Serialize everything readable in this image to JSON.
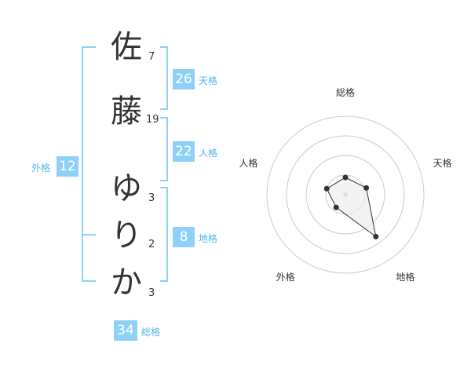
{
  "name": {
    "characters": [
      {
        "char": "佐",
        "strokes": "7"
      },
      {
        "char": "藤",
        "strokes": "19"
      },
      {
        "char": "ゆ",
        "strokes": "3"
      },
      {
        "char": "り",
        "strokes": "2"
      },
      {
        "char": "か",
        "strokes": "3"
      }
    ]
  },
  "fortune": {
    "tenkaku": {
      "value": "26",
      "label": "天格"
    },
    "jinkaku": {
      "value": "22",
      "label": "人格"
    },
    "chikaku": {
      "value": "8",
      "label": "地格"
    },
    "gaikaku": {
      "value": "12",
      "label": "外格"
    },
    "soukaku": {
      "value": "34",
      "label": "総格"
    }
  },
  "chart_data": {
    "type": "radar",
    "axes": [
      "総格",
      "天格",
      "地格",
      "外格",
      "人格"
    ],
    "values": [
      0.22,
      0.28,
      0.66,
      0.2,
      0.25
    ],
    "rings": 4,
    "colors": {
      "ring": "#cccccc",
      "fill": "#eeeeee",
      "stroke": "#333333",
      "center": "#bbbbbb"
    }
  },
  "colors": {
    "accent": "#8fd0f7",
    "accent_text": "#53b5ea"
  }
}
